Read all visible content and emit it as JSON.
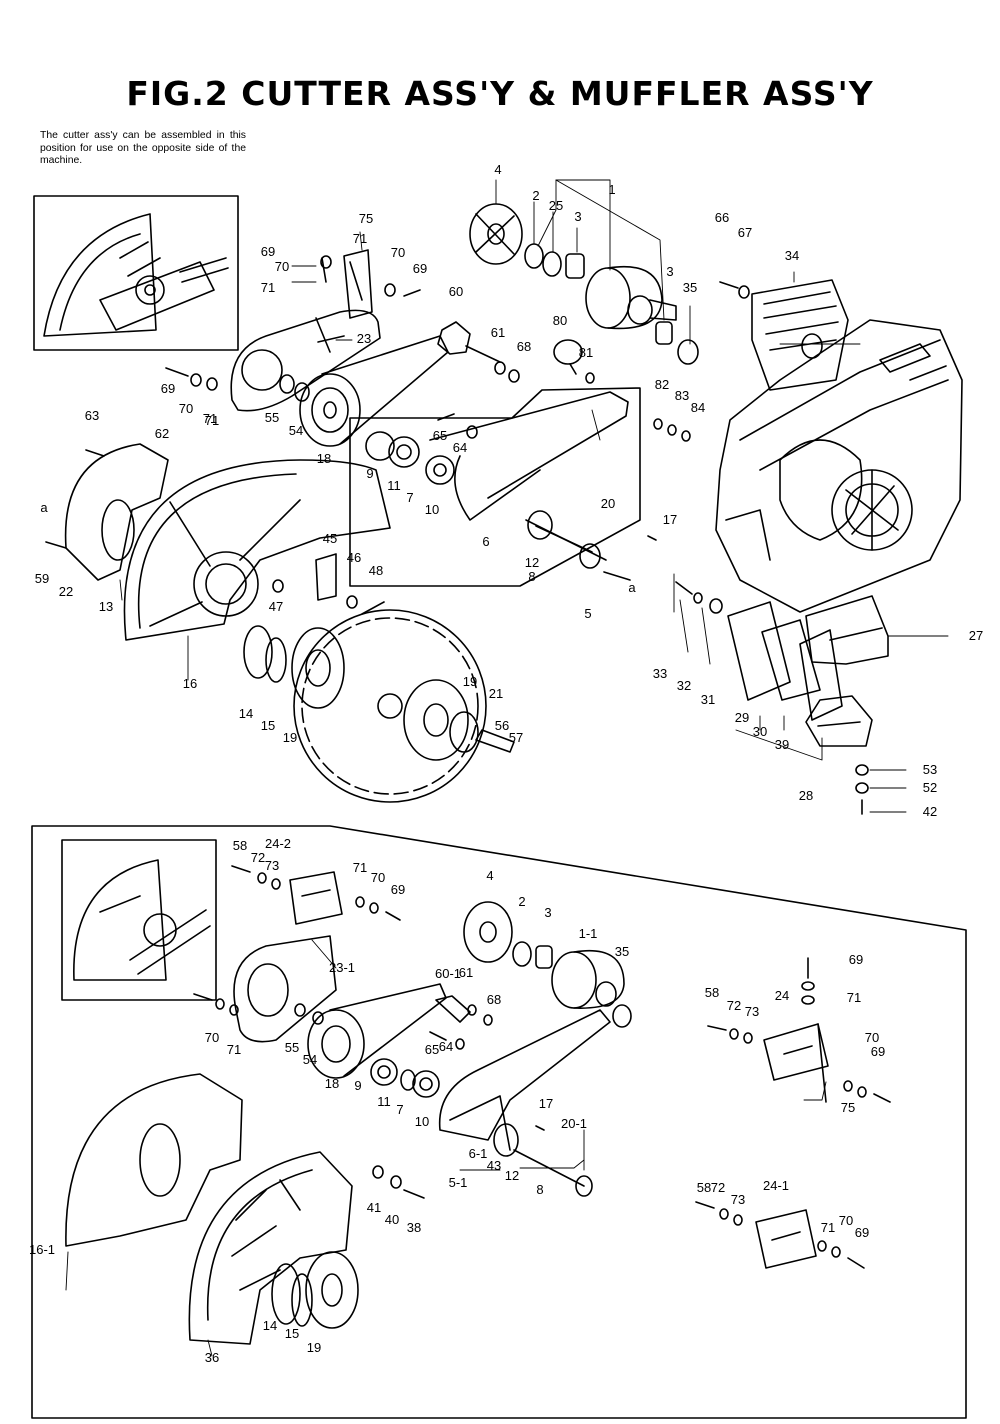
{
  "title": "FIG.2  CUTTER ASS'Y & MUFFLER ASS'Y",
  "note": "The cutter ass'y can be assembled in this position for use on the opposite side of the machine.",
  "callouts": {
    "upper": [
      "1",
      "2",
      "3",
      "3",
      "4",
      "5",
      "6",
      "7",
      "8",
      "9",
      "10",
      "11",
      "12",
      "13",
      "14",
      "15",
      "16",
      "17",
      "18",
      "19",
      "19",
      "20",
      "21",
      "22",
      "23",
      "25",
      "27",
      "28",
      "29",
      "30",
      "31",
      "32",
      "33",
      "34",
      "35",
      "39",
      "42",
      "45",
      "46",
      "47",
      "48",
      "52",
      "53",
      "54",
      "55",
      "56",
      "57",
      "59",
      "60",
      "61",
      "62",
      "63",
      "64",
      "65",
      "66",
      "67",
      "68",
      "69",
      "69",
      "69",
      "70",
      "70",
      "70",
      "71",
      "71",
      "71",
      "71",
      "75",
      "80",
      "81",
      "82",
      "83",
      "84",
      "a",
      "a"
    ],
    "lower": [
      "1-1",
      "2",
      "3",
      "4",
      "5-1",
      "6-1",
      "7",
      "8",
      "9",
      "10",
      "11",
      "12",
      "14",
      "15",
      "16-1",
      "17",
      "18",
      "19",
      "20-1",
      "23-1",
      "24",
      "24-1",
      "24-2",
      "35",
      "36",
      "38",
      "40",
      "41",
      "43",
      "54",
      "55",
      "58",
      "58",
      "58",
      "60-1",
      "61",
      "64",
      "65",
      "68",
      "69",
      "69",
      "69",
      "69",
      "70",
      "70",
      "70",
      "70",
      "71",
      "71",
      "71",
      "71",
      "72",
      "72",
      "72",
      "73",
      "73",
      "73",
      "75"
    ]
  }
}
